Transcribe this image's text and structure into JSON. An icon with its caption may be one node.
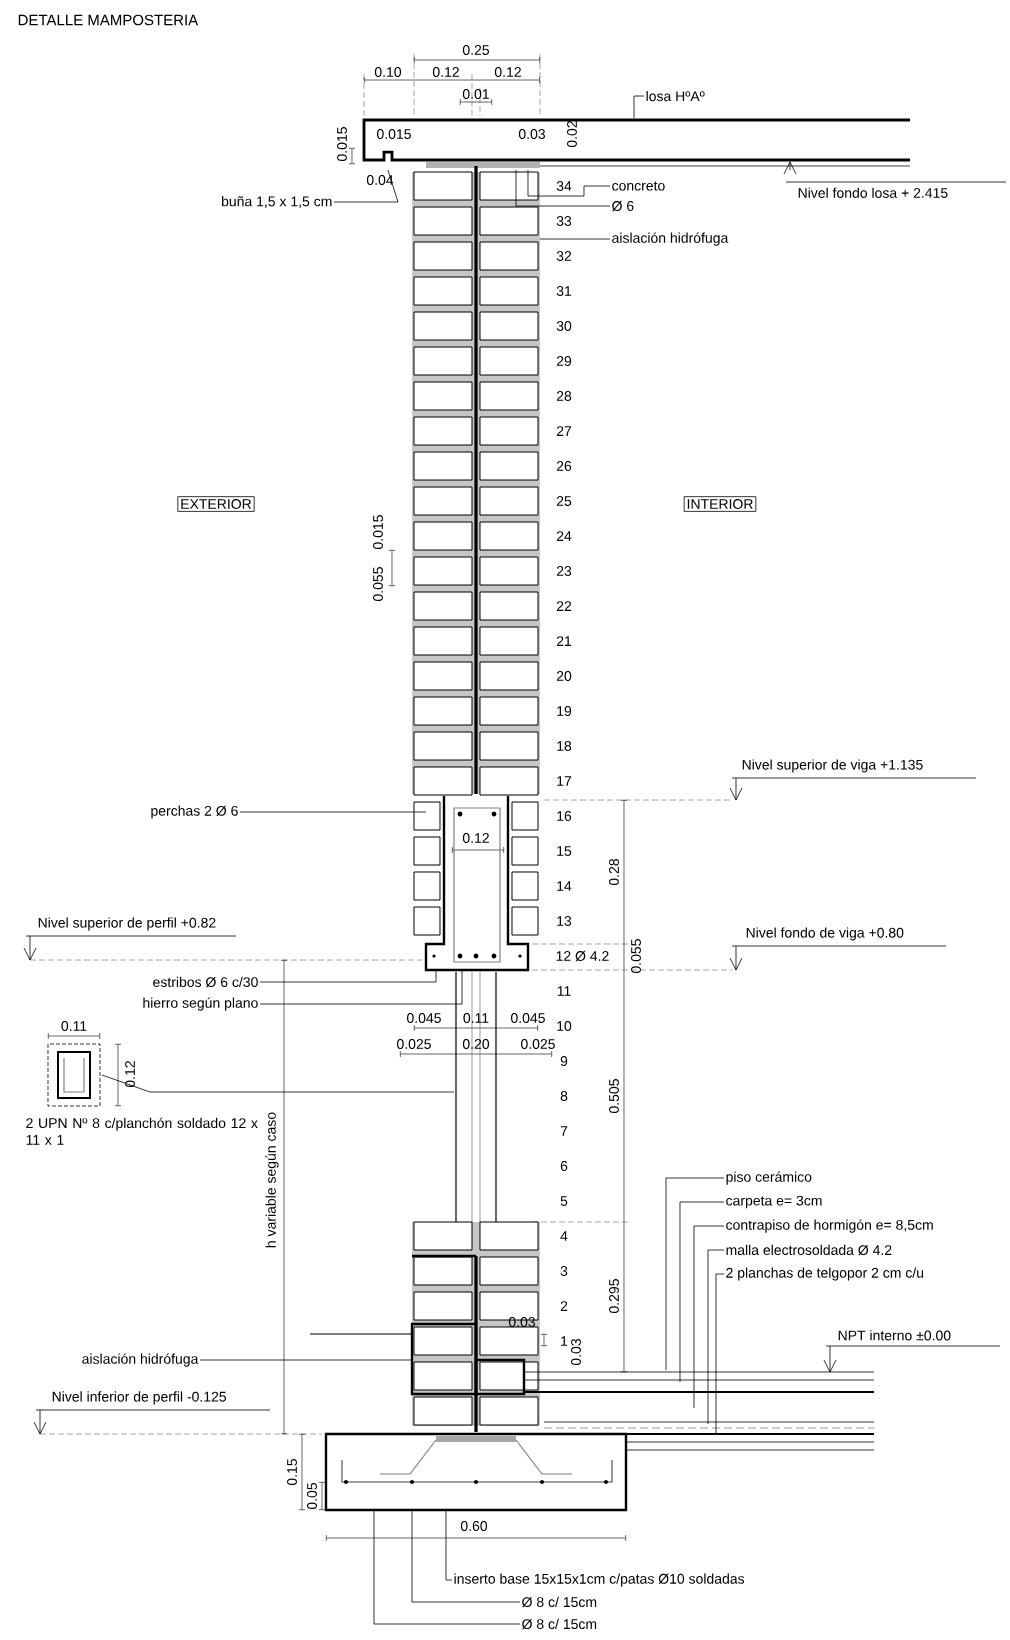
{
  "diagram": {
    "title": "DETALLE MAMPOSTERIA",
    "nodes": [
      {
        "text": [
          "losa HºAº"
        ]
      },
      {
        "text": [
          "buña 1,5 x 1,5 cm"
        ]
      },
      {
        "text": [
          "concreto"
        ]
      },
      {
        "text": [
          "Ø 6"
        ]
      },
      {
        "text": [
          "aislación hidrófuga"
        ]
      },
      {
        "text": [
          "perchas 2 Ø 6"
        ]
      },
      {
        "text": [
          "estribos Ø 6 c/30"
        ]
      },
      {
        "text": [
          "hierro según plano"
        ]
      },
      {
        "text": [],
        "shape": "picture",
        "beside": [
          "2 UPN Nº 8 c/planchón soldado 12 x 11 x 1"
        ]
      },
      {
        "text": [
          "piso cerámico"
        ]
      },
      {
        "text": [
          "carpeta e= 3cm"
        ]
      },
      {
        "text": [
          "contrapiso de hormigón e= 8,5cm"
        ]
      },
      {
        "text": [
          "malla electrosoldada Ø 4.2"
        ]
      },
      {
        "text": [
          "2 planchas de telgopor 2 cm c/u"
        ]
      },
      {
        "text": [
          "aislación hidrófuga"
        ]
      },
      {
        "text": [
          "inserto base 15x15x1cm c/patas Ø10 soldadas"
        ]
      },
      {
        "text": [
          "Ø 8 c/ 15cm"
        ]
      },
      {
        "text": [
          "Ø 8 c/ 15cm"
        ]
      },
      {
        "text": [
          "EXTERIOR"
        ]
      },
      {
        "text": [
          "INTERIOR"
        ]
      },
      {
        "text": [],
        "shape": "box"
      },
      {
        "text": [],
        "shape": "box"
      },
      {
        "text": [],
        "shape": "box"
      },
      {
        "text": [],
        "shape": "box"
      },
      {
        "text": [],
        "shape": "box"
      },
      {
        "text": [],
        "shape": "bar"
      },
      {
        "text": [],
        "shape": "bar"
      },
      {
        "text": [],
        "shape": "bar"
      },
      {
        "text": [],
        "shape": "bar"
      },
      {
        "text": [],
        "shape": "bar"
      },
      {
        "text": [],
        "shape": "box"
      }
    ],
    "edges": [
      {
        "from": 0,
        "to": 20,
        "arrow": "none"
      },
      {
        "from": 1,
        "to": 20,
        "arrow": "none"
      },
      {
        "from": 2,
        "to": 20,
        "arrow": "none"
      },
      {
        "from": 3,
        "to": 20,
        "arrow": "none"
      },
      {
        "from": 4,
        "to": 21,
        "arrow": "none"
      },
      {
        "from": 5,
        "to": 22,
        "arrow": "none"
      },
      {
        "from": 6,
        "to": 22,
        "arrow": "none"
      },
      {
        "from": 7,
        "to": 22,
        "arrow": "none"
      },
      {
        "from": 8,
        "to": 23,
        "arrow": "none"
      },
      {
        "from": 9,
        "to": 25,
        "arrow": "none"
      },
      {
        "from": 10,
        "to": 26,
        "arrow": "none"
      },
      {
        "from": 11,
        "to": 27,
        "arrow": "none"
      },
      {
        "from": 12,
        "to": 28,
        "arrow": "none"
      },
      {
        "from": 13,
        "to": 29,
        "arrow": "none"
      },
      {
        "from": 14,
        "to": 24,
        "arrow": "none"
      },
      {
        "from": 15,
        "to": 30,
        "arrow": "none"
      },
      {
        "from": 16,
        "to": 30,
        "arrow": "none"
      },
      {
        "from": 17,
        "to": 30,
        "arrow": "none"
      }
    ],
    "labels": [
      "0.25",
      "0.10",
      "0.12",
      "0.12",
      "0.01",
      "0.015",
      "0.03",
      "0.02",
      "0.015",
      "0.04",
      "Nivel fondo losa + 2.415",
      "34",
      "33",
      "32",
      "31",
      "30",
      "29",
      "28",
      "27",
      "26",
      "25",
      "24",
      "23",
      "22",
      "21",
      "20",
      "19",
      "18",
      "17",
      "16",
      "15",
      "14",
      "13",
      "12 Ø 4.2",
      "11",
      "10",
      "9",
      "8",
      "7",
      "6",
      "5",
      "4",
      "3",
      "2",
      "1",
      "0.015",
      "0.055",
      "0.12",
      "Nivel superior de viga +1.135",
      "0.28",
      "Nivel superior de perfil +0.82",
      "Nivel fondo de viga +0.80",
      "0.055",
      "0.045",
      "0.11",
      "0.045",
      "0.025",
      "0.20",
      "0.025",
      "0.11",
      "0.12",
      "0.505",
      "h variable según caso",
      "0.295",
      "NPT interno ±0.00",
      "0.03",
      "0.03",
      "Nivel inferior de perfil -0.125",
      "0.15",
      "0.05",
      "0.60"
    ]
  }
}
